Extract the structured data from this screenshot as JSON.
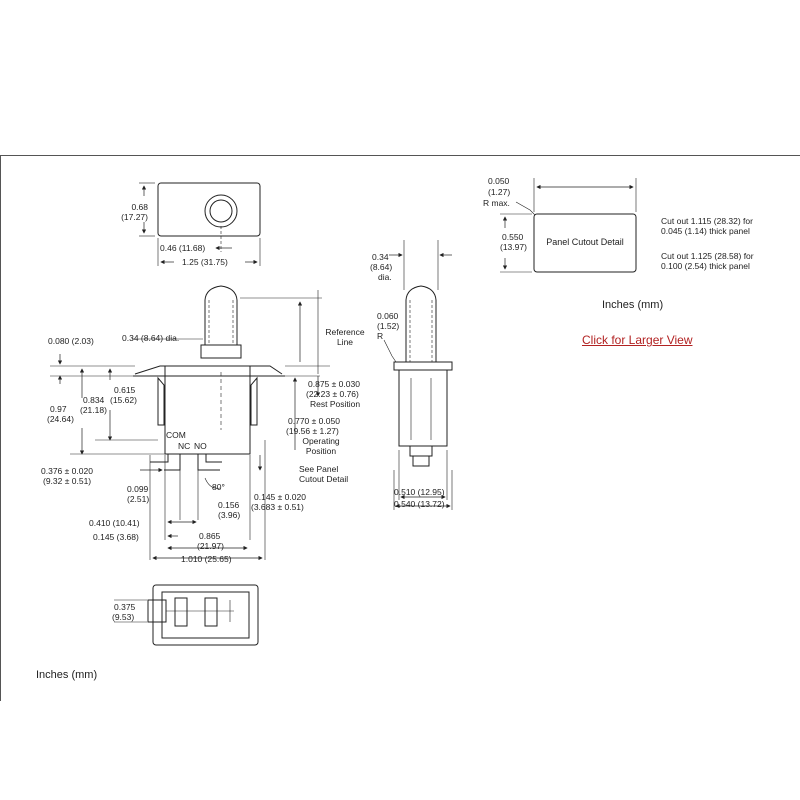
{
  "front_view": {
    "top_height": "0.68",
    "top_height_mm": "(17.27)",
    "top_width_a": "0.46 (11.68)",
    "top_width_b": "1.25 (31.75)",
    "plunger_dia": "0.34 (8.64) dia.",
    "flange_thickness": "0.080 (2.03)",
    "dim_0615": "0.615",
    "dim_0615_mm": "(15.62)",
    "dim_0834": "0.834",
    "dim_0834_mm": "(21.18)",
    "dim_097": "0.97",
    "dim_097_mm": "(24.64)",
    "label_com": "COM",
    "label_nc": "NC",
    "label_no": "NO",
    "dim_0376": "0.376 ± 0.020",
    "dim_0376_mm": "(9.32 ± 0.51)",
    "dim_0099": "0.099",
    "dim_0099_mm": "(2.51)",
    "angle": "80°",
    "dim_0156": "0.156",
    "dim_0156_mm": "(3.96)",
    "dim_0410": "0.410 (10.41)",
    "dim_0145_left": "0.145 (3.68)",
    "dim_0865": "0.865",
    "dim_0865_mm": "(21.97)",
    "dim_1010": "1.010 (25.65)",
    "reference_line_1": "Reference",
    "reference_line_2": "Line",
    "rest_1": "0.875 ± 0.030",
    "rest_2": "(22.23 ± 0.76)",
    "rest_3": "Rest Position",
    "op_1": "0.770 ± 0.050",
    "op_2": "(19.56 ± 1.27)",
    "op_3": "Operating",
    "op_4": "Position",
    "see_panel_1": "See Panel",
    "see_panel_2": "Cutout Detail",
    "dim_0145_right": "0.145 ± 0.020",
    "dim_0145_right_mm": "(3.683 ± 0.51)",
    "bottom_dim": "0.375",
    "bottom_dim_mm": "(9.53)"
  },
  "side_view": {
    "dia": "0.34",
    "dia_mm": "(8.64)",
    "dia_label": "dia.",
    "radius": "0.060",
    "radius_mm": "(1.52)",
    "radius_label": "R",
    "width_a": "0.510 (12.95)",
    "width_b": "0.540 (13.72)"
  },
  "panel_cutout": {
    "title": "Panel Cutout Detail",
    "r_value": "0.050",
    "r_value_mm": "(1.27)",
    "r_label": "R max.",
    "height": "0.550",
    "height_mm": "(13.97)",
    "cut1_line1": "Cut out 1.115 (28.32) for",
    "cut1_line2": "0.045 (1.14) thick panel",
    "cut2_line1": "Cut out 1.125 (28.58) for",
    "cut2_line2": "0.100 (2.54) thick panel",
    "units": "Inches (mm)"
  },
  "link": {
    "label": "Click for Larger View"
  },
  "footer": {
    "units": "Inches (mm)"
  }
}
